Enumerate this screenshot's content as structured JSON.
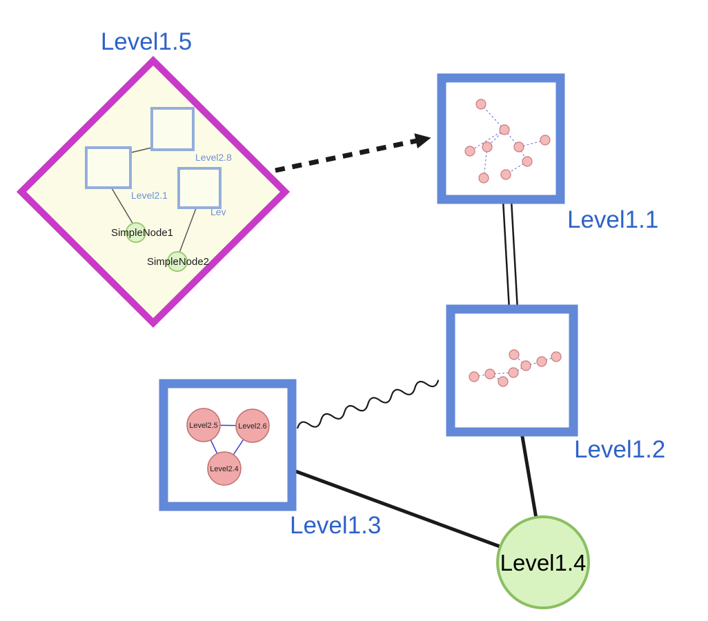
{
  "nodes": {
    "level15": {
      "label": "Level1.5"
    },
    "level11": {
      "label": "Level1.1"
    },
    "level12": {
      "label": "Level1.2"
    },
    "level13": {
      "label": "Level1.3"
    },
    "level14": {
      "label": "Level1.4"
    }
  },
  "level15_contents": {
    "level28": {
      "label": "Level2.8"
    },
    "level21": {
      "label": "Level2.1"
    },
    "lev": {
      "label": "Lev"
    },
    "simplenode1": {
      "label": "SimpleNode1"
    },
    "simplenode2": {
      "label": "SimpleNode2"
    }
  },
  "level13_contents": {
    "level25": {
      "label": "Level2.5"
    },
    "level26": {
      "label": "Level2.6"
    },
    "level24": {
      "label": "Level2.4"
    }
  },
  "colors": {
    "group_border_blue": "#6288d8",
    "diamond_border_magenta": "#c73bc7",
    "diamond_fill": "#fcfce6",
    "label_blue": "#2e62c9",
    "pink_node_fill": "#f4b9b9",
    "pink_node_border": "#c97a7a",
    "green_node_fill": "#d8f3c0",
    "green_node_border": "#8bbf63",
    "edge_black": "#1a1a1a",
    "inner_edge_blue": "#3a3ad0"
  }
}
